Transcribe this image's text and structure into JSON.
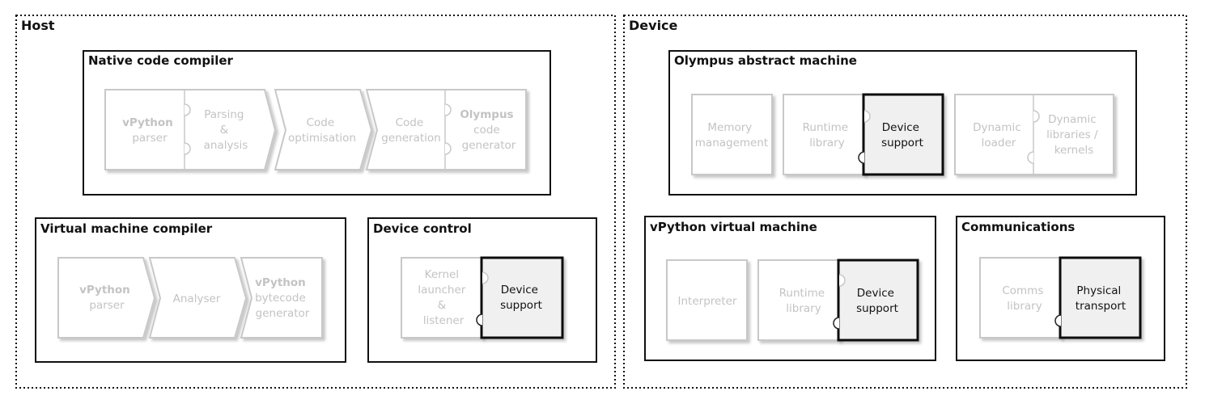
{
  "regions": {
    "host": "Host",
    "device": "Device"
  },
  "panels": {
    "native_code_compiler": {
      "title": "Native code compiler",
      "vpython_parser": [
        "vPython",
        "parser"
      ],
      "parsing_analysis": [
        "Parsing",
        "&",
        "analysis"
      ],
      "code_optimisation": [
        "Code",
        "optimisation"
      ],
      "code_generation": [
        "Code",
        "generation"
      ],
      "olympus_code_generator": [
        "Olympus",
        "code",
        "generator"
      ]
    },
    "virtual_machine_compiler": {
      "title": "Virtual machine compiler",
      "vpython_parser": [
        "vPython",
        "parser"
      ],
      "analyser": [
        "Analyser"
      ],
      "bytecode_generator": [
        "vPython",
        "bytecode",
        "generator"
      ]
    },
    "device_control": {
      "title": "Device control",
      "kernel_launcher": [
        "Kernel",
        "launcher",
        "&",
        "listener"
      ],
      "device_support": [
        "Device",
        "support"
      ]
    },
    "olympus_abstract_machine": {
      "title": "Olympus abstract machine",
      "memory_management": [
        "Memory",
        "management"
      ],
      "runtime_library": [
        "Runtime",
        "library"
      ],
      "device_support": [
        "Device",
        "support"
      ],
      "dynamic_loader": [
        "Dynamic",
        "loader"
      ],
      "dynamic_libraries": [
        "Dynamic",
        "libraries /",
        "kernels"
      ]
    },
    "vpython_virtual_machine": {
      "title": "vPython virtual machine",
      "interpreter": [
        "Interpreter"
      ],
      "runtime_library": [
        "Runtime",
        "library"
      ],
      "device_support": [
        "Device",
        "support"
      ]
    },
    "communications": {
      "title": "Communications",
      "comms_library": [
        "Comms",
        "library"
      ],
      "physical_transport": [
        "Physical",
        "transport"
      ]
    }
  }
}
